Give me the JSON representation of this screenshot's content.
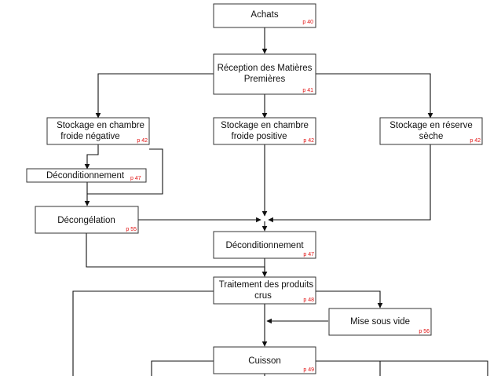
{
  "colors": {
    "box_border": "#333333",
    "page_ref": "#e01010",
    "line": "#111111",
    "background": "#ffffff"
  },
  "nodes": {
    "achats": {
      "label": [
        "Achats"
      ],
      "page": "p 40"
    },
    "reception": {
      "label": [
        "Réception des Matières",
        "Premières"
      ],
      "page": "p 41"
    },
    "stock_negative": {
      "label": [
        "Stockage en chambre",
        "froide négative"
      ],
      "page": "p 42"
    },
    "stock_positive": {
      "label": [
        "Stockage en chambre",
        "froide positive"
      ],
      "page": "p 42"
    },
    "stock_seche": {
      "label": [
        "Stockage en réserve",
        "sèche"
      ],
      "page": "p 42"
    },
    "decond_small": {
      "label": [
        "Déconditionnement"
      ],
      "page": "p 47"
    },
    "decongelation": {
      "label": [
        "Décongélation"
      ],
      "page": "p 55"
    },
    "decond_main": {
      "label": [
        "Déconditionnement"
      ],
      "page": "p 47"
    },
    "traitement": {
      "label": [
        "Traitement des produits",
        "crus"
      ],
      "page": "p 48"
    },
    "mise_sous_vide": {
      "label": [
        "Mise sous vide"
      ],
      "page": "p 56"
    },
    "cuisson": {
      "label": [
        "Cuisson"
      ],
      "page": "p 49"
    }
  }
}
